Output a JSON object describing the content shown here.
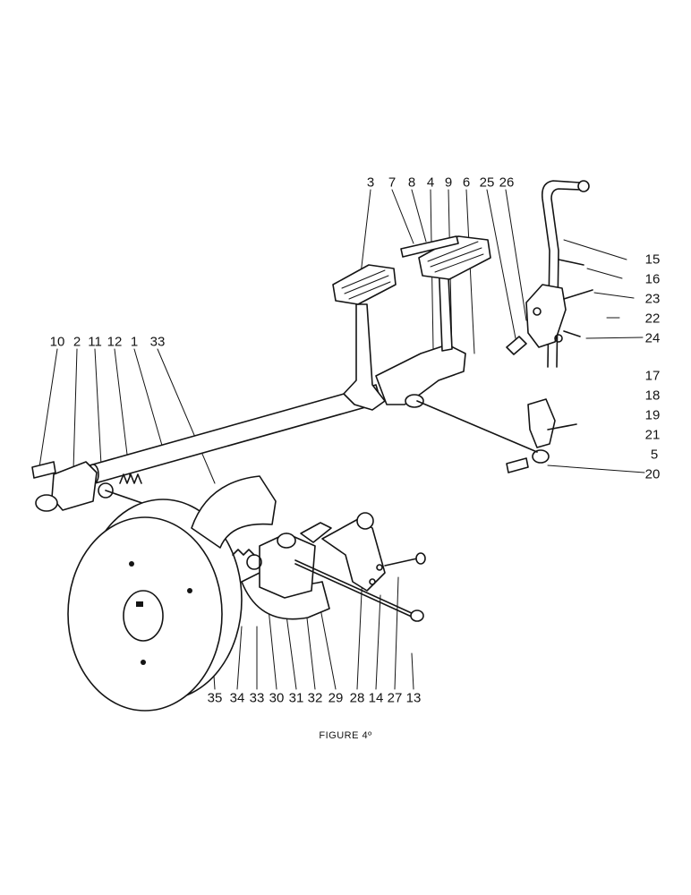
{
  "figure": {
    "caption": "FIGURE 4º",
    "part_numbers": {
      "top_row": [
        "3",
        "7",
        "8",
        "4",
        "9",
        "6",
        "25",
        "26"
      ],
      "left_row": [
        "10",
        "2",
        "11",
        "12",
        "1",
        "33"
      ],
      "right_column": [
        "15",
        "16",
        "23",
        "22",
        "24",
        "17",
        "18",
        "19",
        "21",
        "5",
        "20"
      ],
      "bottom_row": [
        "35",
        "34",
        "33",
        "30",
        "31",
        "32",
        "29",
        "28",
        "14",
        "27",
        "13"
      ]
    }
  }
}
